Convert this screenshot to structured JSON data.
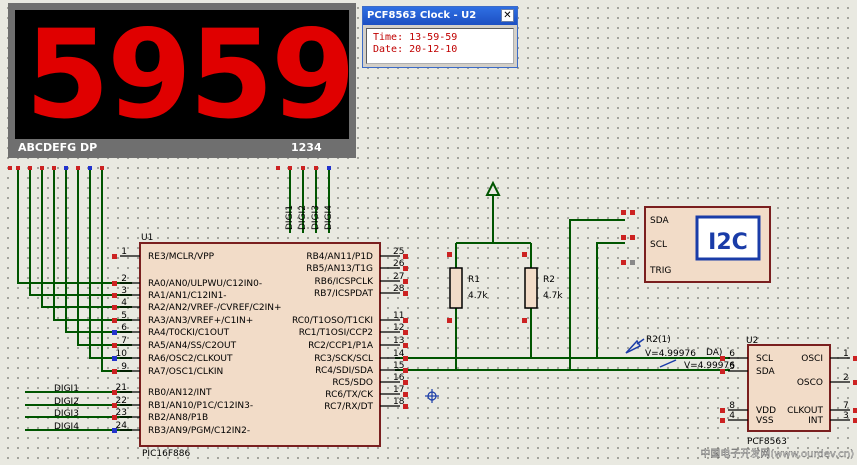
{
  "display": {
    "digits": [
      "5",
      "9",
      "5",
      "9"
    ],
    "segment_labels": "ABCDEFG DP",
    "digit_labels": "1234",
    "color": "#e00000"
  },
  "clock_window": {
    "title": "PCF8563 Clock - U2",
    "time_line": "Time: 13-59-59",
    "date_line": "Date: 20-12-10",
    "close_glyph": "✕"
  },
  "u1": {
    "ref": "U1",
    "part": "PIC16F886",
    "left_pins": [
      {
        "num": "1",
        "name": "RE3/MCLR/VPP"
      },
      {
        "num": "2",
        "name": "RA0/AN0/ULPWU/C12IN0-"
      },
      {
        "num": "3",
        "name": "RA1/AN1/C12IN1-"
      },
      {
        "num": "4",
        "name": "RA2/AN2/VREF-/CVREF/C2IN+"
      },
      {
        "num": "5",
        "name": "RA3/AN3/VREF+/C1IN+"
      },
      {
        "num": "6",
        "name": "RA4/T0CKI/C1OUT"
      },
      {
        "num": "7",
        "name": "RA5/AN4/SS/C2OUT"
      },
      {
        "num": "10",
        "name": "RA6/OSC2/CLKOUT"
      },
      {
        "num": "9",
        "name": "RA7/OSC1/CLKIN"
      },
      {
        "num": "21",
        "name": "RB0/AN12/INT"
      },
      {
        "num": "22",
        "name": "RB1/AN10/P1C/C12IN3-"
      },
      {
        "num": "23",
        "name": "RB2/AN8/P1B"
      },
      {
        "num": "24",
        "name": "RB3/AN9/PGM/C12IN2-"
      }
    ],
    "right_pins": [
      {
        "num": "25",
        "name": "RB4/AN11/P1D"
      },
      {
        "num": "26",
        "name": "RB5/AN13/T1G"
      },
      {
        "num": "27",
        "name": "RB6/ICSPCLK"
      },
      {
        "num": "28",
        "name": "RB7/ICSPDAT"
      },
      {
        "num": "11",
        "name": "RC0/T1OSO/T1CKI"
      },
      {
        "num": "12",
        "name": "RC1/T1OSI/CCP2"
      },
      {
        "num": "13",
        "name": "RC2/CCP1/P1A"
      },
      {
        "num": "14",
        "name": "RC3/SCK/SCL"
      },
      {
        "num": "15",
        "name": "RC4/SDI/SDA"
      },
      {
        "num": "16",
        "name": "RC5/SDO"
      },
      {
        "num": "17",
        "name": "RC6/TX/CK"
      },
      {
        "num": "18",
        "name": "RC7/RX/DT"
      }
    ]
  },
  "net_labels": {
    "digi_left": [
      "DIGI1",
      "DIGI2",
      "DIGI3",
      "DIGI4"
    ],
    "digi_top": [
      "DIGI1",
      "DIGI2",
      "DIGI3",
      "DIGI4"
    ]
  },
  "resistors": [
    {
      "ref": "R1",
      "value": "4.7k"
    },
    {
      "ref": "R2",
      "value": "4.7k"
    }
  ],
  "i2c": {
    "label": "I2C",
    "pins": [
      "SDA",
      "SCL",
      "TRIG"
    ]
  },
  "probe": {
    "name": "R2(1)",
    "voltage_a": "V=4.99976",
    "voltage_b": "V=4.99976",
    "da_label": "DA)"
  },
  "u2": {
    "ref": "U2",
    "part": "PCF8563",
    "left_pins": [
      {
        "num": "6",
        "name": "SCL"
      },
      {
        "num": "5",
        "name": "SDA"
      },
      {
        "num": "8",
        "name": "VDD"
      },
      {
        "num": "4",
        "name": "VSS"
      }
    ],
    "right_pins": [
      {
        "num": "1",
        "name": "OSCI"
      },
      {
        "num": "2",
        "name": "OSCO"
      },
      {
        "num": "7",
        "name": "CLKOUT"
      },
      {
        "num": "3",
        "name": "INT"
      }
    ]
  },
  "watermark": "中国电子开发网(www.ourdev.cn)",
  "colors": {
    "wire": "#005500",
    "pin_red": "#cc2222",
    "pin_blue": "#2233cc",
    "chip_fill": "#f2dcc8",
    "chip_border": "#7a1f1f"
  }
}
